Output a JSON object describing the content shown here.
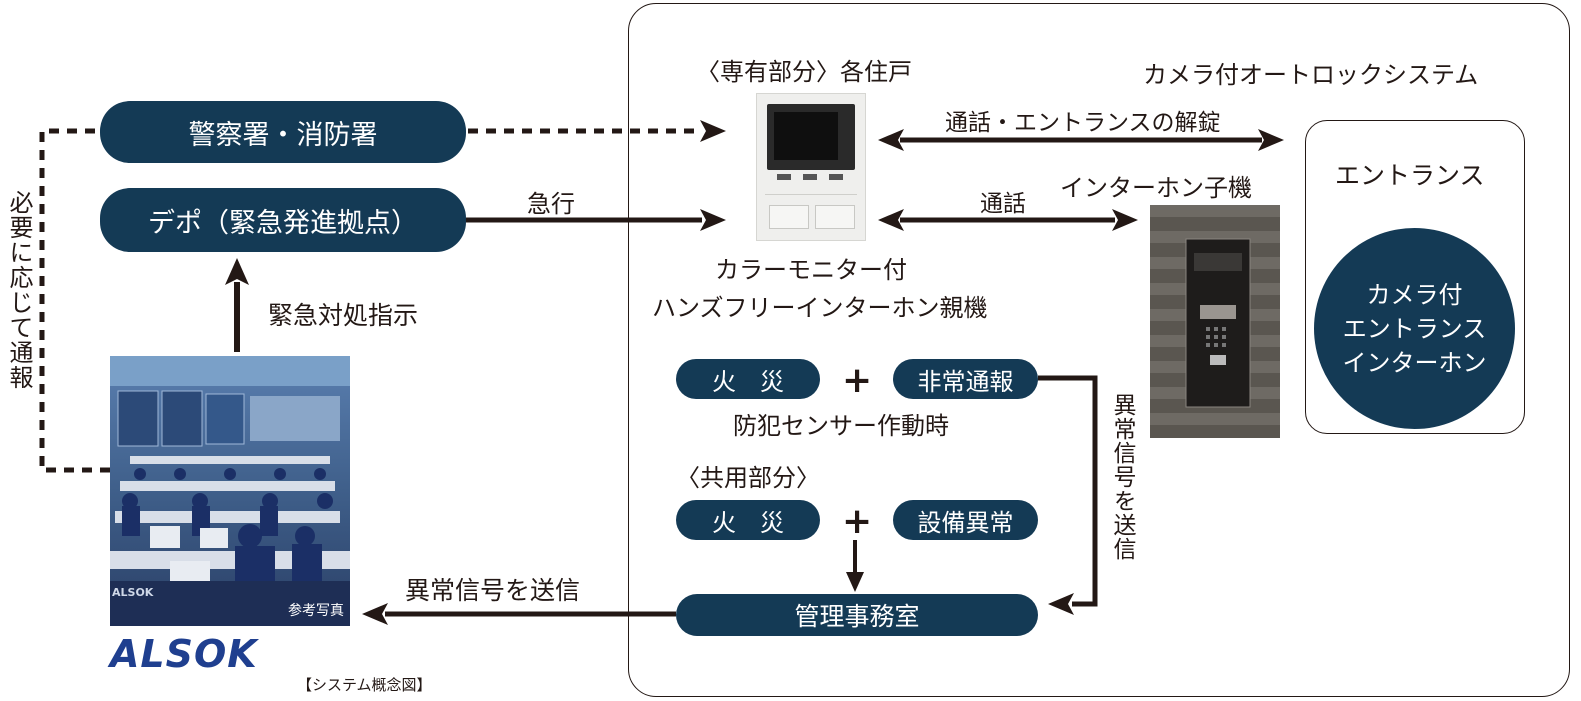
{
  "left": {
    "police": "警察署・消防署",
    "depot": "デポ（緊急発進拠点）",
    "vertical_label": "必要に応じて通報",
    "instruction_label": "緊急対処指示",
    "rush_label": "急行",
    "send_label": "異常信号を送信",
    "photo_caption": "参考写真",
    "brand": "ALSOK",
    "figure_caption": "【システム概念図】"
  },
  "right": {
    "private_title": "〈専有部分〉各住戸",
    "autolock_title": "カメラ付オートロックシステム",
    "unlock_label": "通話・エントランスの解錠",
    "call_label": "通話",
    "intercom_child": "インターホン子機",
    "monitor_label_1": "カラーモニター付",
    "monitor_label_2": "ハンズフリーインターホン親機",
    "entrance": "エントランス",
    "circle_1": "カメラ付",
    "circle_2": "エントランス",
    "circle_3": "インターホン",
    "fire_1": "火　災",
    "emergency": "非常通報",
    "sensor_label": "防犯センサー作動時",
    "shared_title": "〈共用部分〉",
    "fire_2": "火　災",
    "equipment": "設備異常",
    "management": "管理事務室",
    "vertical_send": "異常信号を送信"
  },
  "colors": {
    "navy": "#143a55",
    "ink": "#231815"
  }
}
